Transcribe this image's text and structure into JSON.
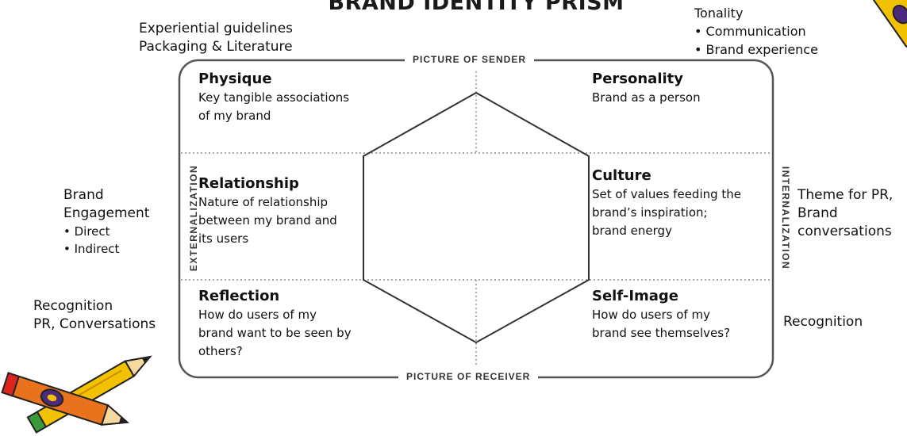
{
  "title": "BRAND IDENTITY PRISM",
  "frame": {
    "top_label": "PICTURE OF SENDER",
    "bottom_label": "PICTURE OF RECEIVER",
    "left_label": "EXTERNALIZATION",
    "right_label": "INTERNALIZATION"
  },
  "facets": {
    "physique": {
      "title": "Physique",
      "desc": [
        "Key tangible associations",
        "of my brand"
      ]
    },
    "personality": {
      "title": "Personality",
      "desc": [
        "Brand as a person"
      ]
    },
    "relationship": {
      "title": "Relationship",
      "desc": [
        "Nature of relationship",
        "between my brand and",
        "its users"
      ]
    },
    "culture": {
      "title": "Culture",
      "desc": [
        "Set of values feeding the",
        "brand’s inspiration;",
        "brand energy"
      ]
    },
    "reflection": {
      "title": "Reflection",
      "desc": [
        "How do users of my",
        "brand want to be seen by",
        "others?"
      ]
    },
    "self_image": {
      "title": "Self-Image",
      "desc": [
        "How do users of my",
        "brand see themselves?"
      ]
    }
  },
  "notes": {
    "top_left": [
      "Experiential guidelines",
      "Packaging & Literature"
    ],
    "top_right": {
      "heading": "Tonality",
      "bullets": [
        "• Communication",
        "• Brand experience"
      ]
    },
    "left_mid": {
      "lines": [
        "Brand",
        "Engagement"
      ],
      "bullets": [
        "• Direct",
        "• Indirect"
      ]
    },
    "right_mid": [
      "Theme for PR,",
      "Brand",
      "conversations"
    ],
    "left_bottom": [
      "Recognition",
      "PR, Conversations"
    ],
    "right_bottom": [
      "Recognition"
    ]
  },
  "icons": {
    "bottom_left": "pencils-clipart-icon",
    "top_right_corner": "pencil-clipart-icon"
  },
  "colors": {
    "frame": "#555555",
    "pencil_yellow": "#f2c200",
    "pencil_orange": "#e8731c",
    "pencil_red": "#d9251d",
    "pencil_purple": "#4b2a7b",
    "pencil_green": "#3a9a3a"
  }
}
